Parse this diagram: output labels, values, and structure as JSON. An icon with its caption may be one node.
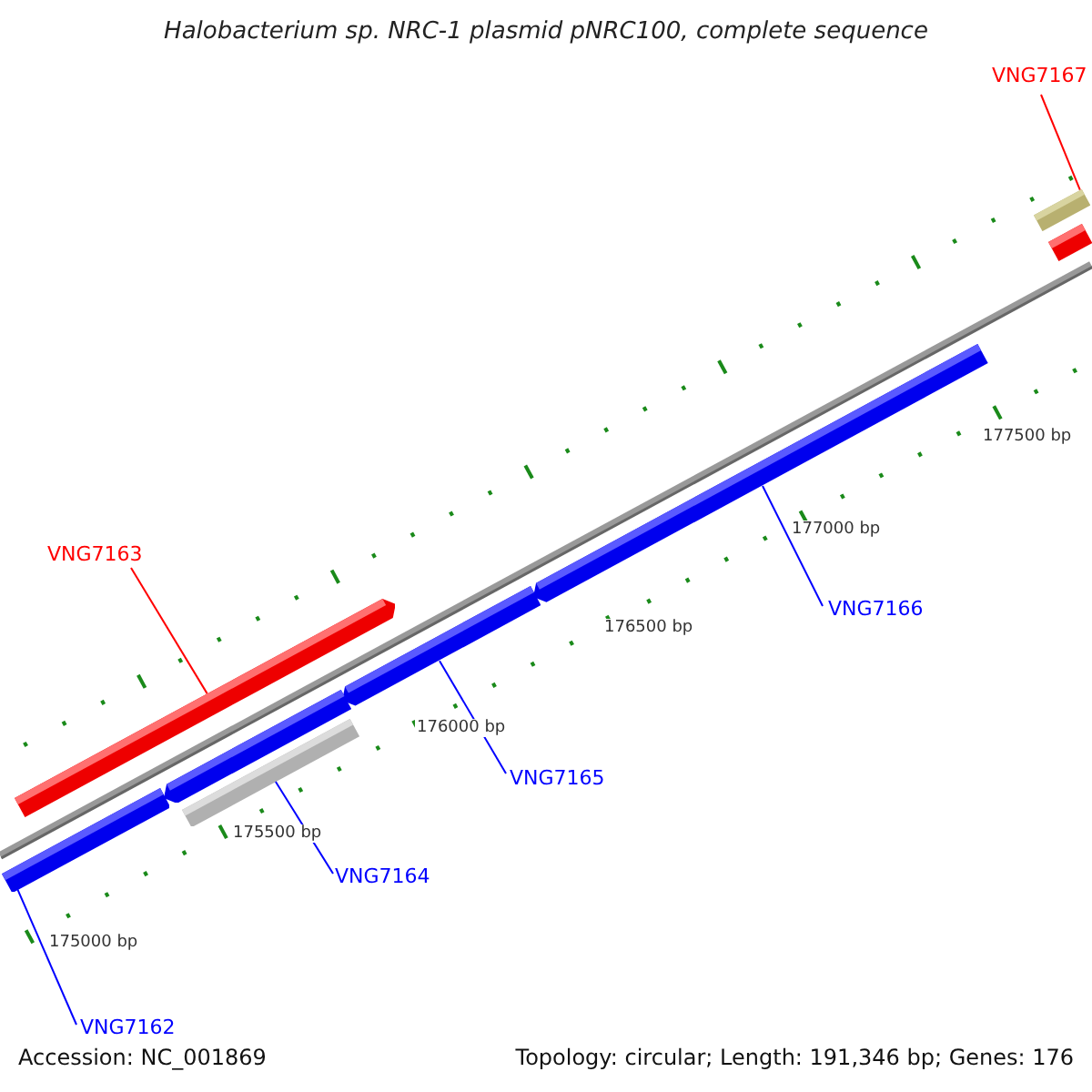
{
  "diagram": {
    "title": "Halobacterium sp. NRC-1 plasmid pNRC100, complete sequence",
    "nodes": [
      {
        "text": [
          "VNG7167"
        ]
      },
      {
        "text": [],
        "shape": "bar"
      },
      {
        "text": [],
        "shape": "bar"
      },
      {
        "text": [
          "VNG7163"
        ]
      },
      {
        "text": [],
        "shape": "bar"
      },
      {
        "text": [],
        "shape": "bar"
      },
      {
        "text": [],
        "shape": "bar"
      },
      {
        "text": [],
        "shape": "bar"
      },
      {
        "text": [],
        "shape": "bar"
      },
      {
        "text": [],
        "shape": "bar"
      },
      {
        "text": [
          "VNG7166"
        ]
      },
      {
        "text": [
          "VNG7165"
        ]
      },
      {
        "text": [
          "VNG7164"
        ]
      },
      {
        "text": [
          "VNG7162"
        ]
      }
    ],
    "edges": [
      {
        "from": 0,
        "to": 1,
        "arrow": "none",
        "color": "#ff0000"
      },
      {
        "from": 3,
        "to": 4,
        "arrow": "none",
        "color": "#ff0000"
      },
      {
        "from": 10,
        "to": 5,
        "arrow": "none"
      },
      {
        "from": 11,
        "to": 6,
        "arrow": "none"
      },
      {
        "from": 12,
        "to": 8,
        "arrow": "none"
      },
      {
        "from": 13,
        "to": 9,
        "arrow": "none"
      }
    ],
    "labels": [
      "177500 bp",
      "177000 bp",
      "176500 bp",
      "176000 bp",
      "175500 bp",
      "175000 bp",
      "Accession: NC_001869",
      "Topology: circular; Length: 191,346 bp; Genes: 176"
    ]
  }
}
